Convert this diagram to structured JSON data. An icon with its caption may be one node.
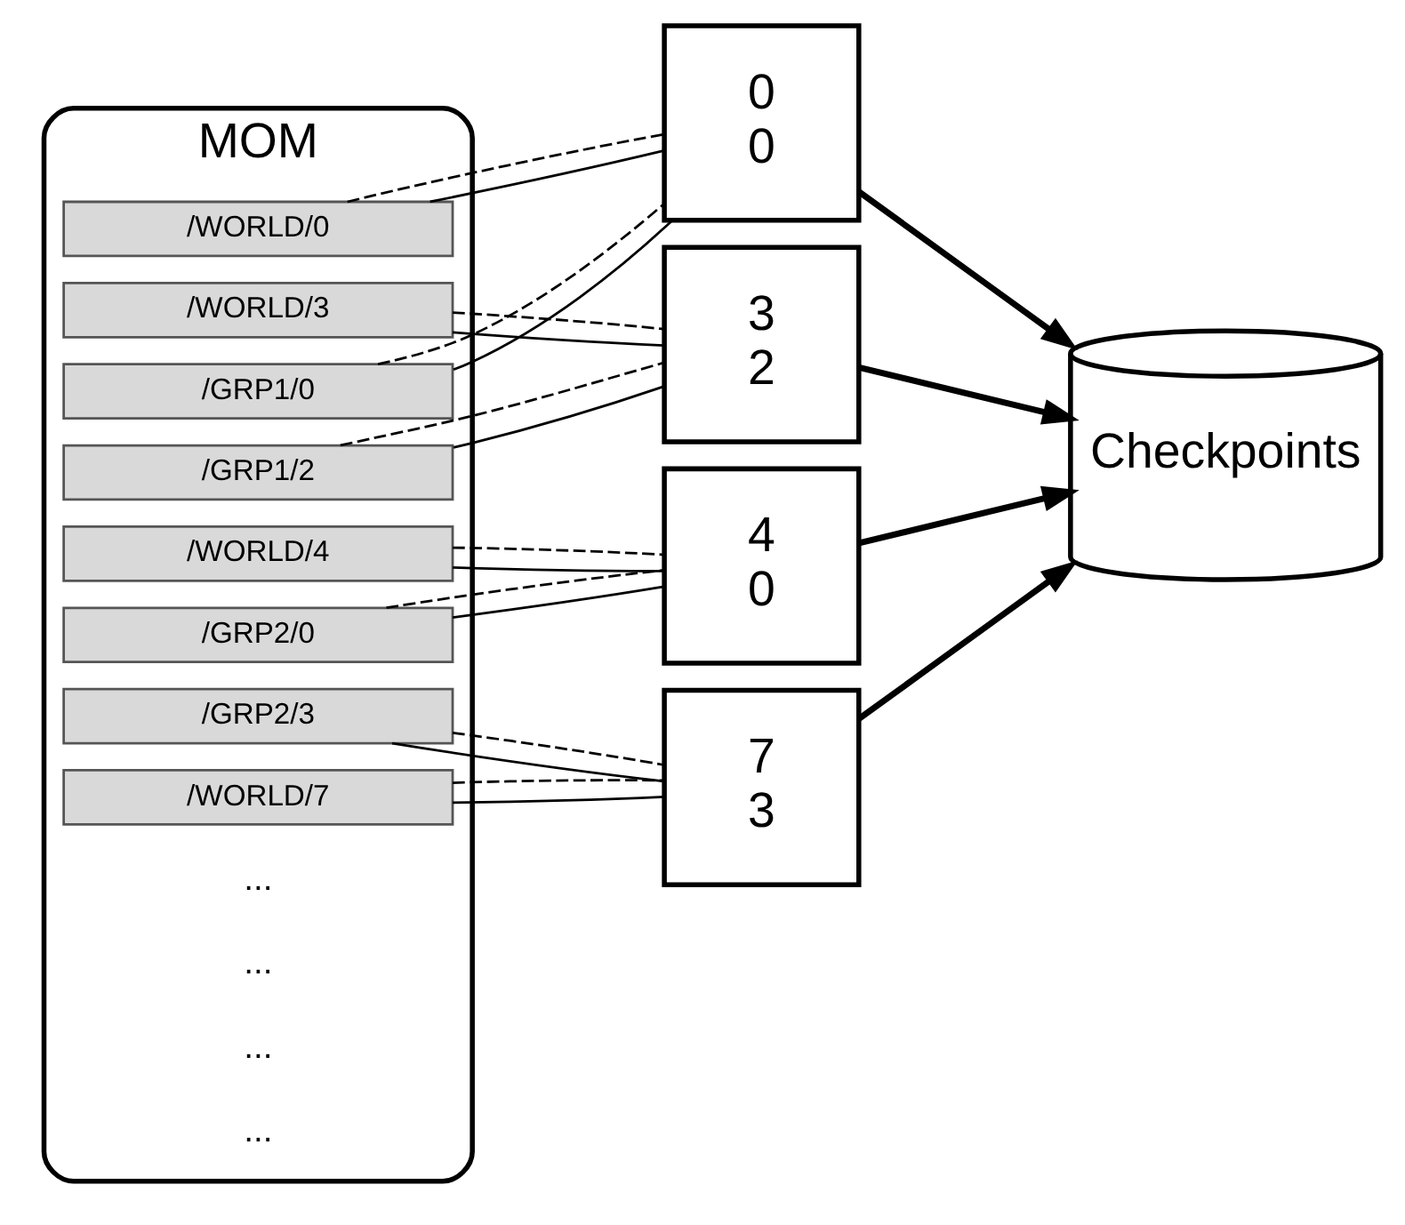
{
  "diagram": {
    "nodes": [
      {
        "text": [
          "MOM"
        ]
      },
      {
        "text": [
          "/WORLD/0"
        ],
        "in": 0
      },
      {
        "text": [
          "/WORLD/3"
        ],
        "in": 0
      },
      {
        "text": [
          "/GRP1/0"
        ],
        "in": 0
      },
      {
        "text": [
          "/GRP1/2"
        ],
        "in": 0
      },
      {
        "text": [
          "/WORLD/4"
        ],
        "in": 0
      },
      {
        "text": [
          "/WORLD/7"
        ],
        "in": 0
      },
      {
        "text": [
          "/GRP2/0"
        ],
        "in": 0
      },
      {
        "text": [
          "/GRP2/3"
        ],
        "in": 0
      },
      {
        "text": [
          "0",
          "0"
        ]
      },
      {
        "text": [
          "3",
          "2"
        ]
      },
      {
        "text": [
          "4",
          "0"
        ]
      },
      {
        "text": [
          "7",
          "3"
        ]
      },
      {
        "text": [
          "Checkpoints"
        ]
      }
    ],
    "edges": [
      {
        "from": 1,
        "to": 9,
        "arrow": "none"
      },
      {
        "from": 1,
        "to": 9,
        "arrow": "none",
        "style": "dashed"
      },
      {
        "from": 2,
        "to": 10,
        "arrow": "none"
      },
      {
        "from": 2,
        "to": 10,
        "arrow": "none",
        "style": "dashed"
      },
      {
        "from": 3,
        "to": 9,
        "arrow": "none"
      },
      {
        "from": 3,
        "to": 9,
        "arrow": "none",
        "style": "dashed"
      },
      {
        "from": 4,
        "to": 10,
        "arrow": "none"
      },
      {
        "from": 4,
        "to": 10,
        "arrow": "none",
        "style": "dashed"
      },
      {
        "from": 5,
        "to": 11,
        "arrow": "none"
      },
      {
        "from": 5,
        "to": 11,
        "arrow": "none",
        "style": "dashed"
      },
      {
        "from": 6,
        "to": 12,
        "arrow": "none"
      },
      {
        "from": 6,
        "to": 12,
        "arrow": "none",
        "style": "dashed"
      },
      {
        "from": 7,
        "to": 11,
        "arrow": "none"
      },
      {
        "from": 7,
        "to": 11,
        "arrow": "none",
        "style": "dashed"
      },
      {
        "from": 8,
        "to": 12,
        "arrow": "none"
      },
      {
        "from": 8,
        "to": 12,
        "arrow": "none",
        "style": "dashed"
      },
      {
        "from": 9,
        "to": 13,
        "arrow": "to",
        "style": "thick"
      },
      {
        "from": 10,
        "to": 13,
        "arrow": "to",
        "style": "thick"
      },
      {
        "from": 11,
        "to": 13,
        "arrow": "to",
        "style": "thick"
      },
      {
        "from": 12,
        "to": 13,
        "arrow": "to",
        "style": "thick"
      }
    ],
    "labels": [
      "...",
      "...",
      "...",
      "..."
    ]
  }
}
